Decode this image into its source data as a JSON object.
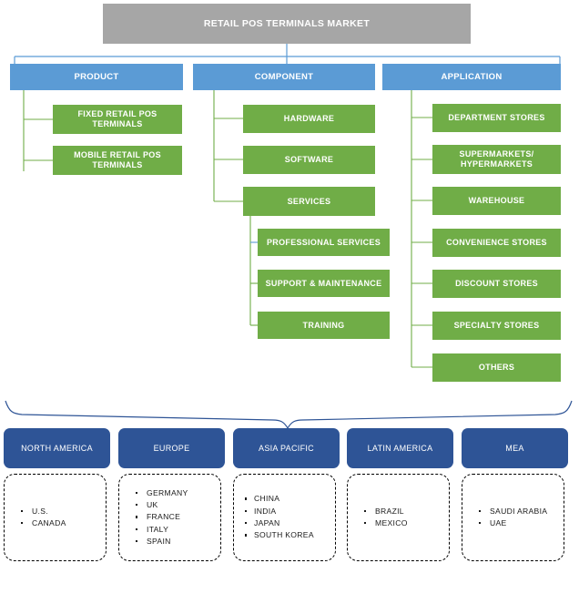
{
  "diagram": {
    "title": "RETAIL POS TERMINALS MARKET",
    "colors": {
      "root": "#a6a6a6",
      "level1": "#5b9bd5",
      "leaf": "#70ad47",
      "region": "#2e5496",
      "connector_green": "#70ad47",
      "connector_blue": "#5b9bd5",
      "brace": "#2e5496"
    },
    "branches": [
      {
        "label": "PRODUCT",
        "children": [
          {
            "label": "FIXED RETAIL POS TERMINALS"
          },
          {
            "label": "MOBILE RETAIL POS TERMINALS"
          }
        ]
      },
      {
        "label": "COMPONENT",
        "children": [
          {
            "label": "HARDWARE"
          },
          {
            "label": "SOFTWARE"
          },
          {
            "label": "SERVICES",
            "children": [
              {
                "label": "PROFESSIONAL SERVICES"
              },
              {
                "label": "SUPPORT & MAINTENANCE"
              },
              {
                "label": "TRAINING"
              }
            ]
          }
        ]
      },
      {
        "label": "APPLICATION",
        "children": [
          {
            "label": "DEPARTMENT STORES"
          },
          {
            "label": "SUPERMARKETS/ HYPERMARKETS"
          },
          {
            "label": "WAREHOUSE"
          },
          {
            "label": "CONVENIENCE STORES"
          },
          {
            "label": "DISCOUNT STORES"
          },
          {
            "label": "SPECIALTY STORES"
          },
          {
            "label": "OTHERS"
          }
        ]
      }
    ],
    "regions": [
      {
        "label": "NORTH AMERICA",
        "countries": [
          "U.S.",
          "CANADA"
        ]
      },
      {
        "label": "EUROPE",
        "countries": [
          "GERMANY",
          "UK",
          "FRANCE",
          "ITALY",
          "SPAIN"
        ]
      },
      {
        "label": "ASIA PACIFIC",
        "countries": [
          "CHINA",
          "INDIA",
          "JAPAN",
          "SOUTH KOREA"
        ]
      },
      {
        "label": "LATIN AMERICA",
        "countries": [
          "BRAZIL",
          "MEXICO"
        ]
      },
      {
        "label": "MEA",
        "countries": [
          "SAUDI ARABIA",
          "UAE"
        ]
      }
    ]
  }
}
